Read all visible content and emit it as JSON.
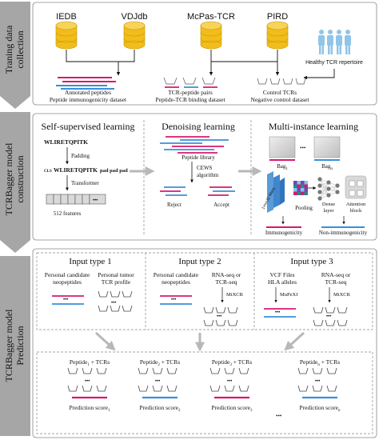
{
  "stages": [
    {
      "label": "Traning data collection",
      "line1": "Traning data",
      "line2": "collection"
    },
    {
      "label": "TCRBagger model construction",
      "line1": "TCRBagger model",
      "line2": "construction"
    },
    {
      "label": "TCRBagger model Prediction",
      "line1": "TCRBagger model",
      "line2": "Prediction"
    }
  ],
  "collection": {
    "databases": [
      "IEDB",
      "VDJdb",
      "McPas-TCR",
      "PIRD"
    ],
    "healthy": "Healthy TCR repertoire",
    "outputs": [
      {
        "l1": "Annotated peptides",
        "l2": "Peptide immunogenicity dataset"
      },
      {
        "l1": "TCR-peptide pairs",
        "l2": "Peptide-TCR binding dataset"
      },
      {
        "l1": "Control TCRs",
        "l2": "Negative control dataset"
      }
    ]
  },
  "construction": {
    "ssl": {
      "title": "Self-supervised learning",
      "seq": "WLIRETQPITK",
      "padding": "Padding",
      "cls": "CLS",
      "pads": "pad pad pad",
      "transformer": "Transformer",
      "ellipsis": "•••",
      "features": "512 features"
    },
    "dn": {
      "title": "Denoising learning",
      "library": "Peptide library",
      "algo1": "CEWS",
      "algo2": "algorithm",
      "reject": "Reject",
      "accept": "Accept"
    },
    "mil": {
      "title": "Multi-instance learning",
      "bag1": "Bag",
      "bag1_sub": "1",
      "bagn": "Bag",
      "bagn_sub": "n",
      "dots": "•••",
      "filters": "1×n×32 filters",
      "pooling": "Pooling",
      "dense1": "Dense",
      "dense2": "layer",
      "attn1": "Attention",
      "attn2": "block",
      "immuno": "Immunogenicity",
      "nonimmuno": "Non-immunogenicity"
    }
  },
  "prediction": {
    "types": [
      {
        "title": "Input type 1",
        "a1": "Personal candidate",
        "a2": "neopeptides",
        "b1": "Personal tumor",
        "b2": "TCR profile",
        "tool": ""
      },
      {
        "title": "Input type 2",
        "a1": "Personal candidate",
        "a2": "neopeptides",
        "b1": "RNA-seq or",
        "b2": "TCR-seq",
        "tool": "MiXCR"
      },
      {
        "title": "Input type 3",
        "a1": "VCF Files",
        "a2": "HLA alleles",
        "b1": "RNA-seq or",
        "b2": "TCR-seq",
        "tool": "MuPeXI",
        "tool2": "MiXCR"
      }
    ],
    "ellipsis": "•••",
    "outputs": [
      {
        "pep": "Peptide",
        "sub": "1",
        "tail": " + TCRs",
        "score": "Prediction score",
        "score_sub": "1"
      },
      {
        "pep": "Peptide",
        "sub": "2",
        "tail": " + TCRs",
        "score": "Prediction score",
        "score_sub": "2"
      },
      {
        "pep": "Peptide",
        "sub": "3",
        "tail": " + TCRs",
        "score": "Prediction score",
        "score_sub": "3"
      },
      {
        "pep": "Peptide",
        "sub": "n",
        "tail": " + TCRs",
        "score": "Prediction score",
        "score_sub": "n"
      }
    ],
    "between": "•••"
  },
  "colors": {
    "magenta": "#d6196e",
    "blue": "#3a8fd8",
    "gold": "#f2bd1a",
    "goldDark": "#c99a08",
    "person": "#8fc5e8",
    "stage": "#a6a6a6",
    "arrow": "#b8b8b8",
    "teal": "#1f8a8a",
    "purple": "#7a3fb8",
    "red": "#d43a2a"
  }
}
